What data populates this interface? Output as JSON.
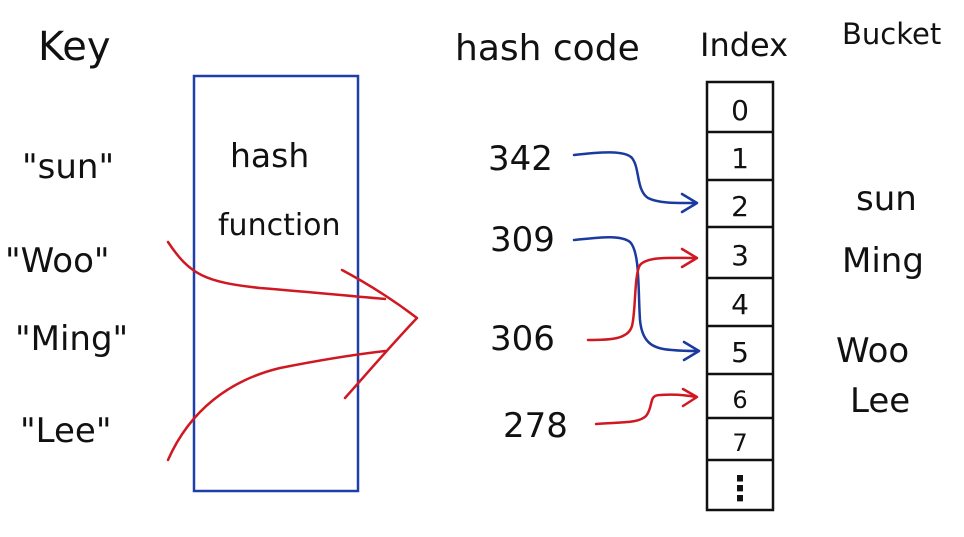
{
  "headers": {
    "key": "Key",
    "hash_code": "hash code",
    "index": "Index",
    "bucket": "Bucket"
  },
  "function_box": {
    "line1": "hash",
    "line2": "function"
  },
  "keys": [
    "\"sun\"",
    "\"Woo\"",
    "\"Ming\"",
    "\"Lee\""
  ],
  "hash_codes": [
    "342",
    "309",
    "306",
    "278"
  ],
  "indices": [
    "0",
    "1",
    "2",
    "3",
    "4",
    "5",
    "6",
    "7",
    "⋮"
  ],
  "buckets": {
    "2": "sun",
    "3": "Ming",
    "5": "Woo",
    "6": "Lee"
  },
  "colors": {
    "ink": "#111111",
    "box": "#1f3fa8",
    "red_arrow": "#d01822",
    "blue_arrow": "#1a3aa0"
  }
}
